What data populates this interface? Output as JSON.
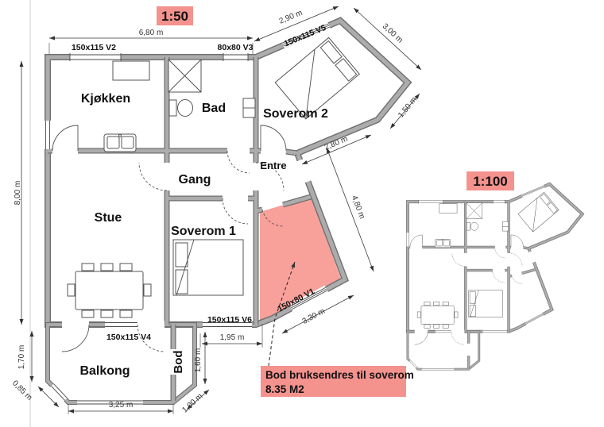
{
  "colors": {
    "highlight_room": "#f8a09a",
    "highlight_box": "#f4928e",
    "wall": "#acacac",
    "wall_edge": "#6f6f6f"
  },
  "scales": {
    "main": "1:50",
    "small": "1:100"
  },
  "rooms": {
    "kjokken": "Kjøkken",
    "bad": "Bad",
    "soverom2": "Soverom 2",
    "entre": "Entre",
    "gang": "Gang",
    "stue": "Stue",
    "soverom1": "Soverom 1",
    "balkong": "Balkong",
    "bod": "Bod"
  },
  "windows": {
    "v1": "150x80 V1",
    "v2": "150x115 V2",
    "v3": "80x80 V3",
    "v4": "150x115 V4",
    "v5": "150x115 V5",
    "v6": "150x115 V6"
  },
  "dimensions": {
    "top": "6,80 m",
    "left": "8,00 m",
    "top_right": "2,90 m",
    "ne_wall": "3,00 m",
    "right_wall": "1,50 m",
    "bed2_bottom": "2,80 m",
    "wing_diag": "4,80 m",
    "wing_bottom": "3,30 m",
    "storage_top": "1,95 m",
    "storage_side": "1,60 m",
    "storage_chamfer": "1,00 m",
    "balcony_bottom": "3,25 m",
    "balcony_chamfer": "0,85 m",
    "balcony_side": "1,70 m"
  },
  "annotation": {
    "line1": "Bod bruksendres til soverom",
    "line2": "8.35 M2"
  }
}
